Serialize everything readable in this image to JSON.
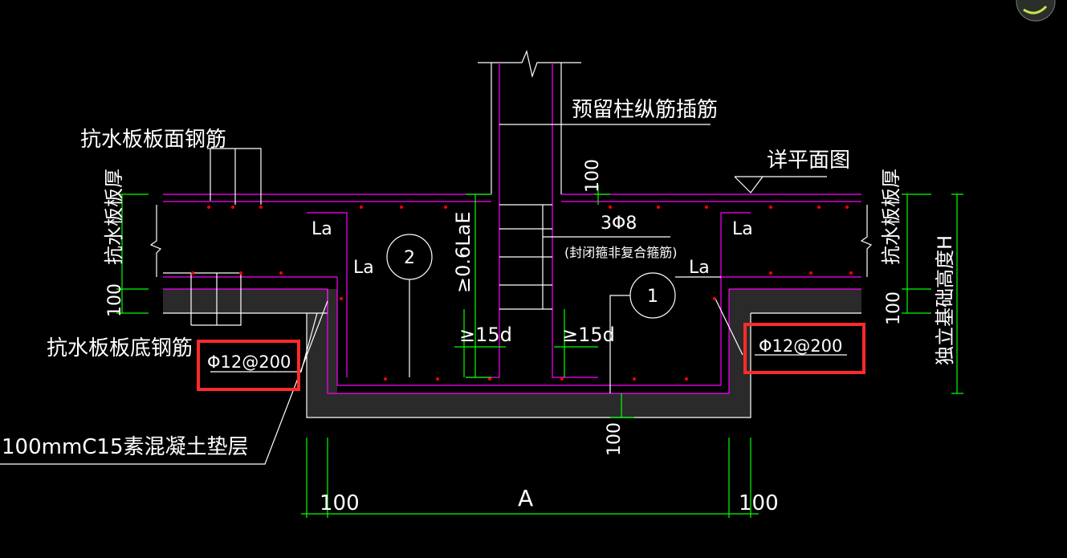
{
  "labels": {
    "top_rebar": "抗水板板面钢筋",
    "column_dowel": "预留柱纵筋插筋",
    "see_plan": "详平面图",
    "slab_thickness_left": "抗水板板厚",
    "slab_thickness_right": "抗水板板厚",
    "bottom_rebar": "抗水板板底钢筋",
    "cushion": "100mmC15素混凝土垫层",
    "foundation_height": "独立基础高度H",
    "stirrup_count": "3Φ8",
    "stirrup_note": "(封闭箍非复合箍筋)",
    "anchor_06": "≥0.6LaE",
    "la_left_top": "La",
    "la_left_mid": "La",
    "la_right_top": "La",
    "la_right_mid": "La",
    "min_15d_left": "≥15d",
    "min_15d_right": "≥15d",
    "rebar_spec_left": "Φ12@200",
    "rebar_spec_right": "Φ12@200",
    "marker_1": "1",
    "marker_2": "2",
    "dim_100_top": "100",
    "dim_100_left": "100",
    "dim_100_right": "100",
    "dim_100_bottom_center": "100",
    "dim_100_bottom_left": "100",
    "dim_100_bottom_right": "100",
    "dim_a": "A"
  },
  "colors": {
    "background": "#000000",
    "concrete_outline": "#ff00ff",
    "leader": "#ffffff",
    "dimension": "#00ff00",
    "highlight": "#ff2a2a",
    "rebar_dot": "#ff0000"
  }
}
